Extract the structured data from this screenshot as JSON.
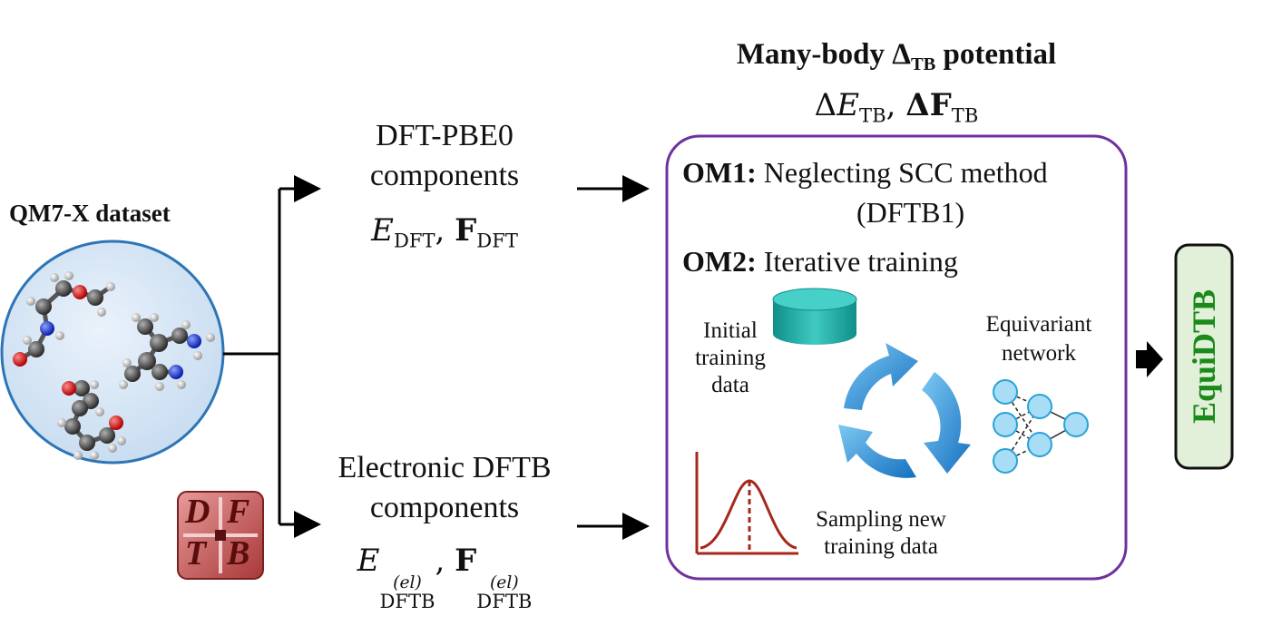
{
  "dataset": {
    "title": "QM7-X dataset"
  },
  "dft_branch": {
    "line1": "DFT-PBE0",
    "line2": "components",
    "formula": {
      "e_symbol": "E",
      "f_symbol": "F",
      "subscript": "DFT",
      "separator": ", "
    }
  },
  "dftb_branch": {
    "line1": "Electronic DFTB",
    "line2": "components",
    "formula": {
      "e_symbol": "E",
      "f_symbol": "F",
      "subscript": "DFTB",
      "superscript": "(el)",
      "separator": ", "
    }
  },
  "potential": {
    "title_prefix": "Many-body Δ",
    "title_sub": "TB",
    "title_suffix": " potential",
    "formula": {
      "delta": "Δ",
      "e_symbol": "E",
      "f_symbol": "F",
      "subscript": "TB",
      "separator": ", "
    }
  },
  "om_box": {
    "om1_label": "OM1:",
    "om1_text": "Neglecting SCC method",
    "om1_text2": "(DFTB1)",
    "om2_label": "OM2:",
    "om2_text": "Iterative training",
    "initial_line1": "Initial",
    "initial_line2": "training",
    "initial_line3": "data",
    "network_line1": "Equivariant",
    "network_line2": "network",
    "sampling_line1": "Sampling new",
    "sampling_line2": "training data",
    "border_color": "#7030a0"
  },
  "logo": {
    "letters": [
      "D",
      "F",
      "T",
      "B"
    ]
  },
  "output": {
    "label": "EquiDTB",
    "text_color": "#1a8a1a",
    "fill_color": "#e2f0d9"
  },
  "colors": {
    "sphere_fill": "#d6e6f5",
    "sphere_stroke": "#2e75b6",
    "cylinder": "#1fb0a8",
    "cycle_arrows": "#2e8fd6",
    "gaussian": "#a5281b",
    "network_node": "#a9ddf5"
  }
}
